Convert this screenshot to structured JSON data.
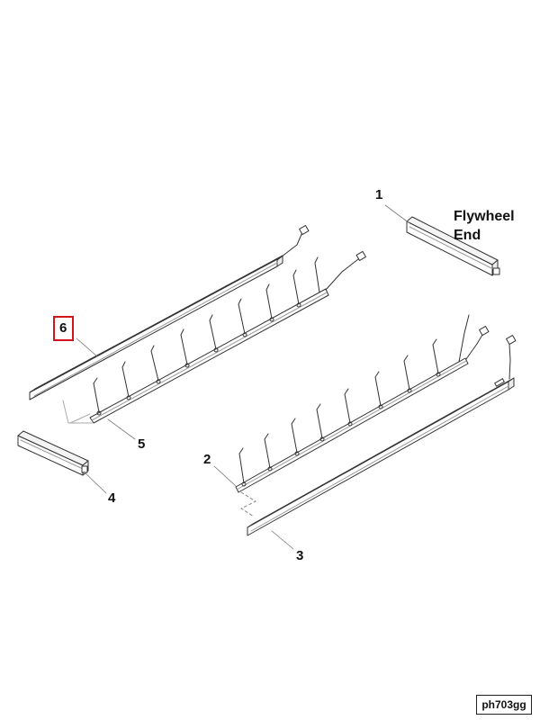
{
  "diagram": {
    "callouts": [
      {
        "id": "1",
        "text": "1"
      },
      {
        "id": "2",
        "text": "2"
      },
      {
        "id": "3",
        "text": "3"
      },
      {
        "id": "4",
        "text": "4"
      },
      {
        "id": "5",
        "text": "5"
      },
      {
        "id": "6",
        "text": "6",
        "highlighted": true
      }
    ],
    "flywheel_label": {
      "line1": "Flywheel",
      "line2": "End"
    },
    "figure_code": "ph703gg",
    "highlight_color": "#d4141c",
    "line_color": "#333333"
  }
}
